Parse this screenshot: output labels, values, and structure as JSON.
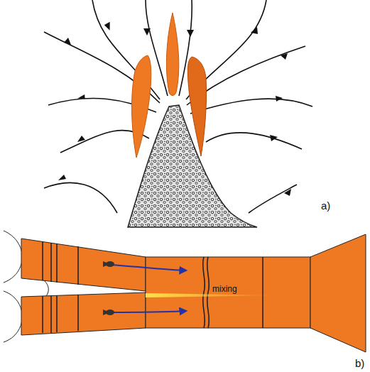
{
  "diagram": {
    "labels": [
      "a)",
      "mixing",
      "b)"
    ]
  }
}
